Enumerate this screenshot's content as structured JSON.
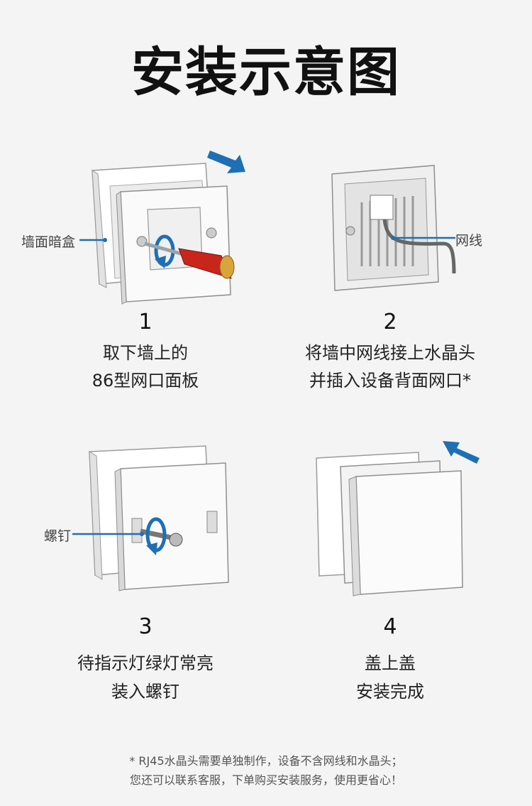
{
  "title": "安装示意图",
  "steps": [
    {
      "number": "1",
      "lines": [
        "取下墙上的",
        "86型网口面板"
      ],
      "callout": "墙面暗盒"
    },
    {
      "number": "2",
      "lines": [
        "将墙中网线接上水晶头",
        "并插入设备背面网口*"
      ],
      "callout": "网线"
    },
    {
      "number": "3",
      "lines": [
        "待指示灯绿灯常亮",
        "装入螺钉"
      ],
      "callout": "螺钉"
    },
    {
      "number": "4",
      "lines": [
        "盖上盖",
        "安装完成"
      ]
    }
  ],
  "footnote": {
    "line1": "* RJ45水晶头需要单独制作，设备不含网线和水晶头；",
    "line2": "您还可以联系客服，下单购买安装服务，使用更省心！"
  },
  "colors": {
    "accent_blue": "#1f6fb5",
    "screwdriver_red": "#c8261b"
  }
}
